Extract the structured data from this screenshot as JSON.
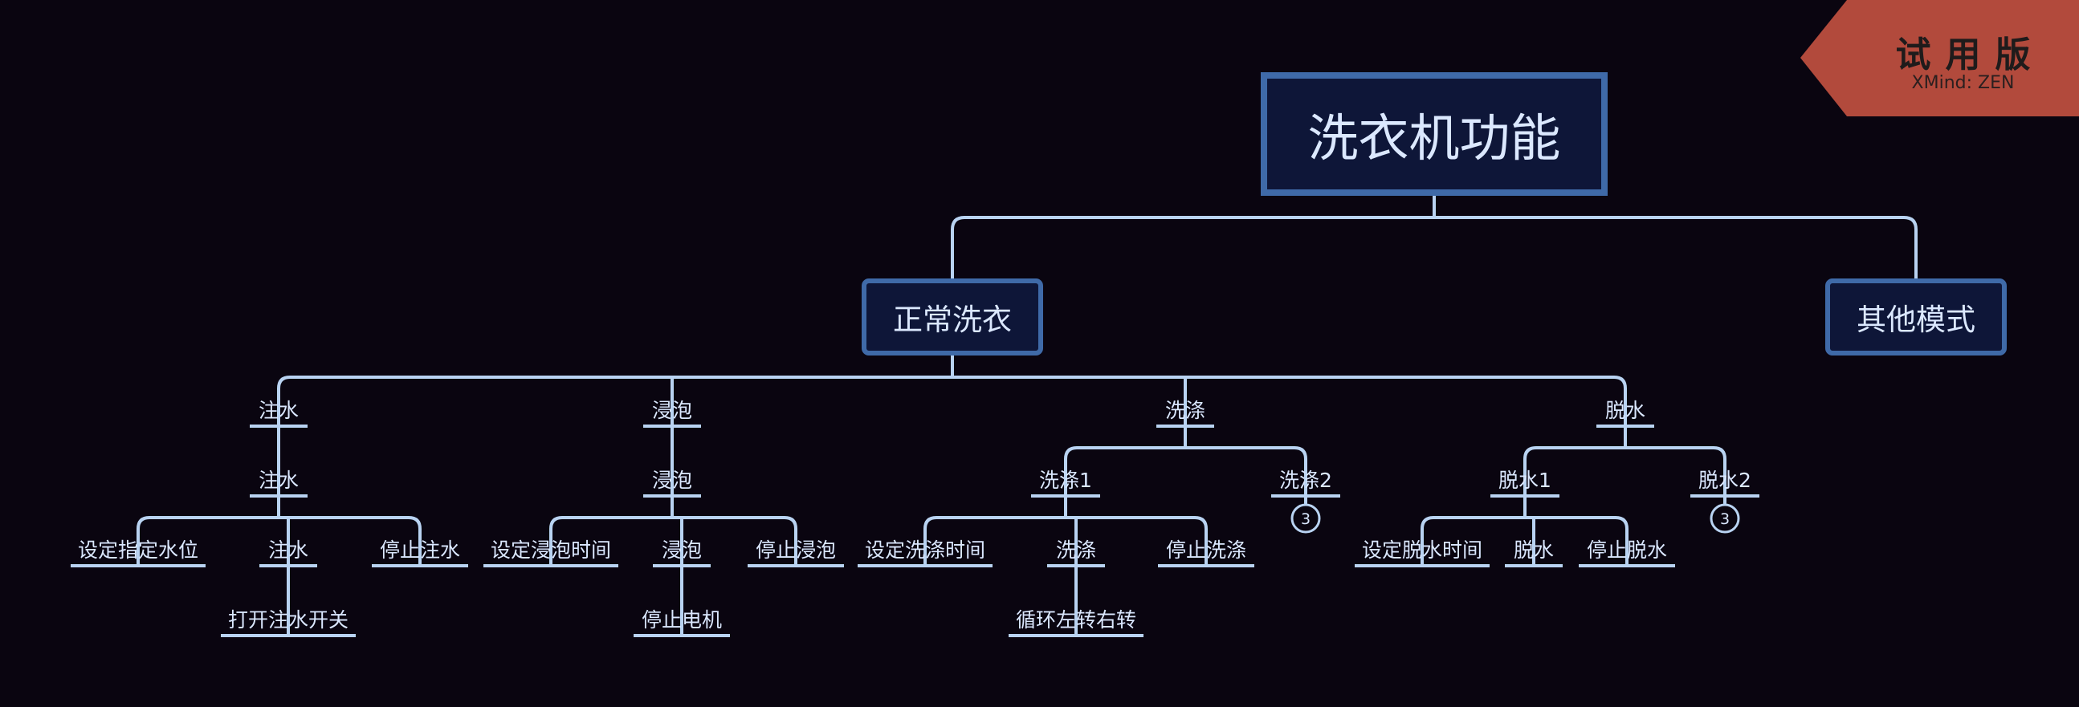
{
  "root": {
    "title": "洗衣机功能"
  },
  "branches": [
    {
      "title": "正常洗衣",
      "children": [
        {
          "title": "注水",
          "children": [
            {
              "title": "注水",
              "children": [
                {
                  "title": "设定指定水位"
                },
                {
                  "title": "注水",
                  "children": [
                    {
                      "title": "打开注水开关"
                    }
                  ]
                },
                {
                  "title": "停止注水"
                }
              ]
            }
          ]
        },
        {
          "title": "浸泡",
          "children": [
            {
              "title": "浸泡",
              "children": [
                {
                  "title": "设定浸泡时间"
                },
                {
                  "title": "浸泡",
                  "children": [
                    {
                      "title": "停止电机"
                    }
                  ]
                },
                {
                  "title": "停止浸泡"
                }
              ]
            }
          ]
        },
        {
          "title": "洗涤",
          "children": [
            {
              "title": "洗涤1",
              "children": [
                {
                  "title": "设定洗涤时间"
                },
                {
                  "title": "洗涤",
                  "children": [
                    {
                      "title": "循环左转右转"
                    }
                  ]
                },
                {
                  "title": "停止洗涤"
                }
              ]
            },
            {
              "title": "洗涤2",
              "collapsed_count": "3"
            }
          ]
        },
        {
          "title": "脱水",
          "children": [
            {
              "title": "脱水1",
              "children": [
                {
                  "title": "设定脱水时间"
                },
                {
                  "title": "脱水"
                },
                {
                  "title": "停止脱水"
                }
              ]
            },
            {
              "title": "脱水2",
              "collapsed_count": "3"
            }
          ]
        }
      ]
    },
    {
      "title": "其他模式"
    }
  ],
  "trial_badge": {
    "title": "试用版",
    "subtitle": "XMind: ZEN"
  },
  "colors": {
    "background": "#0a0510",
    "line": "#b9d3f2",
    "node_fill": "#0e1638",
    "node_border": "#3f6aa8",
    "text": "#dbe8ff",
    "badge": "#b24a3c"
  }
}
